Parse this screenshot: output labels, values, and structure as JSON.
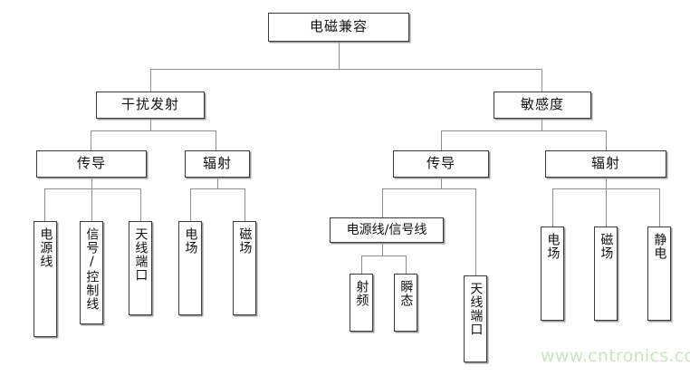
{
  "diagram": {
    "title_text": "电磁兼容",
    "watermark": "www.cntronics.com",
    "nodes": {
      "root": "电磁兼容",
      "emission": "干扰发射",
      "susceptibility": "敏感度",
      "emission_conducted": "传导",
      "emission_radiated": "辐射",
      "susc_conducted": "传导",
      "susc_radiated": "辐射",
      "em_cond_power_line": "电源线",
      "em_cond_signal_control_line": "信号/控制线",
      "em_cond_antenna_port": "天线端口",
      "em_rad_efield": "电场",
      "em_rad_hfield": "磁场",
      "su_cond_power_signal_line": "电源线/信号线",
      "su_cond_rf": "射频",
      "su_cond_transient": "瞬态",
      "su_cond_antenna_port": "天线端口",
      "su_rad_efield": "电场",
      "su_rad_hfield": "磁场",
      "su_rad_esd": "静电"
    }
  }
}
